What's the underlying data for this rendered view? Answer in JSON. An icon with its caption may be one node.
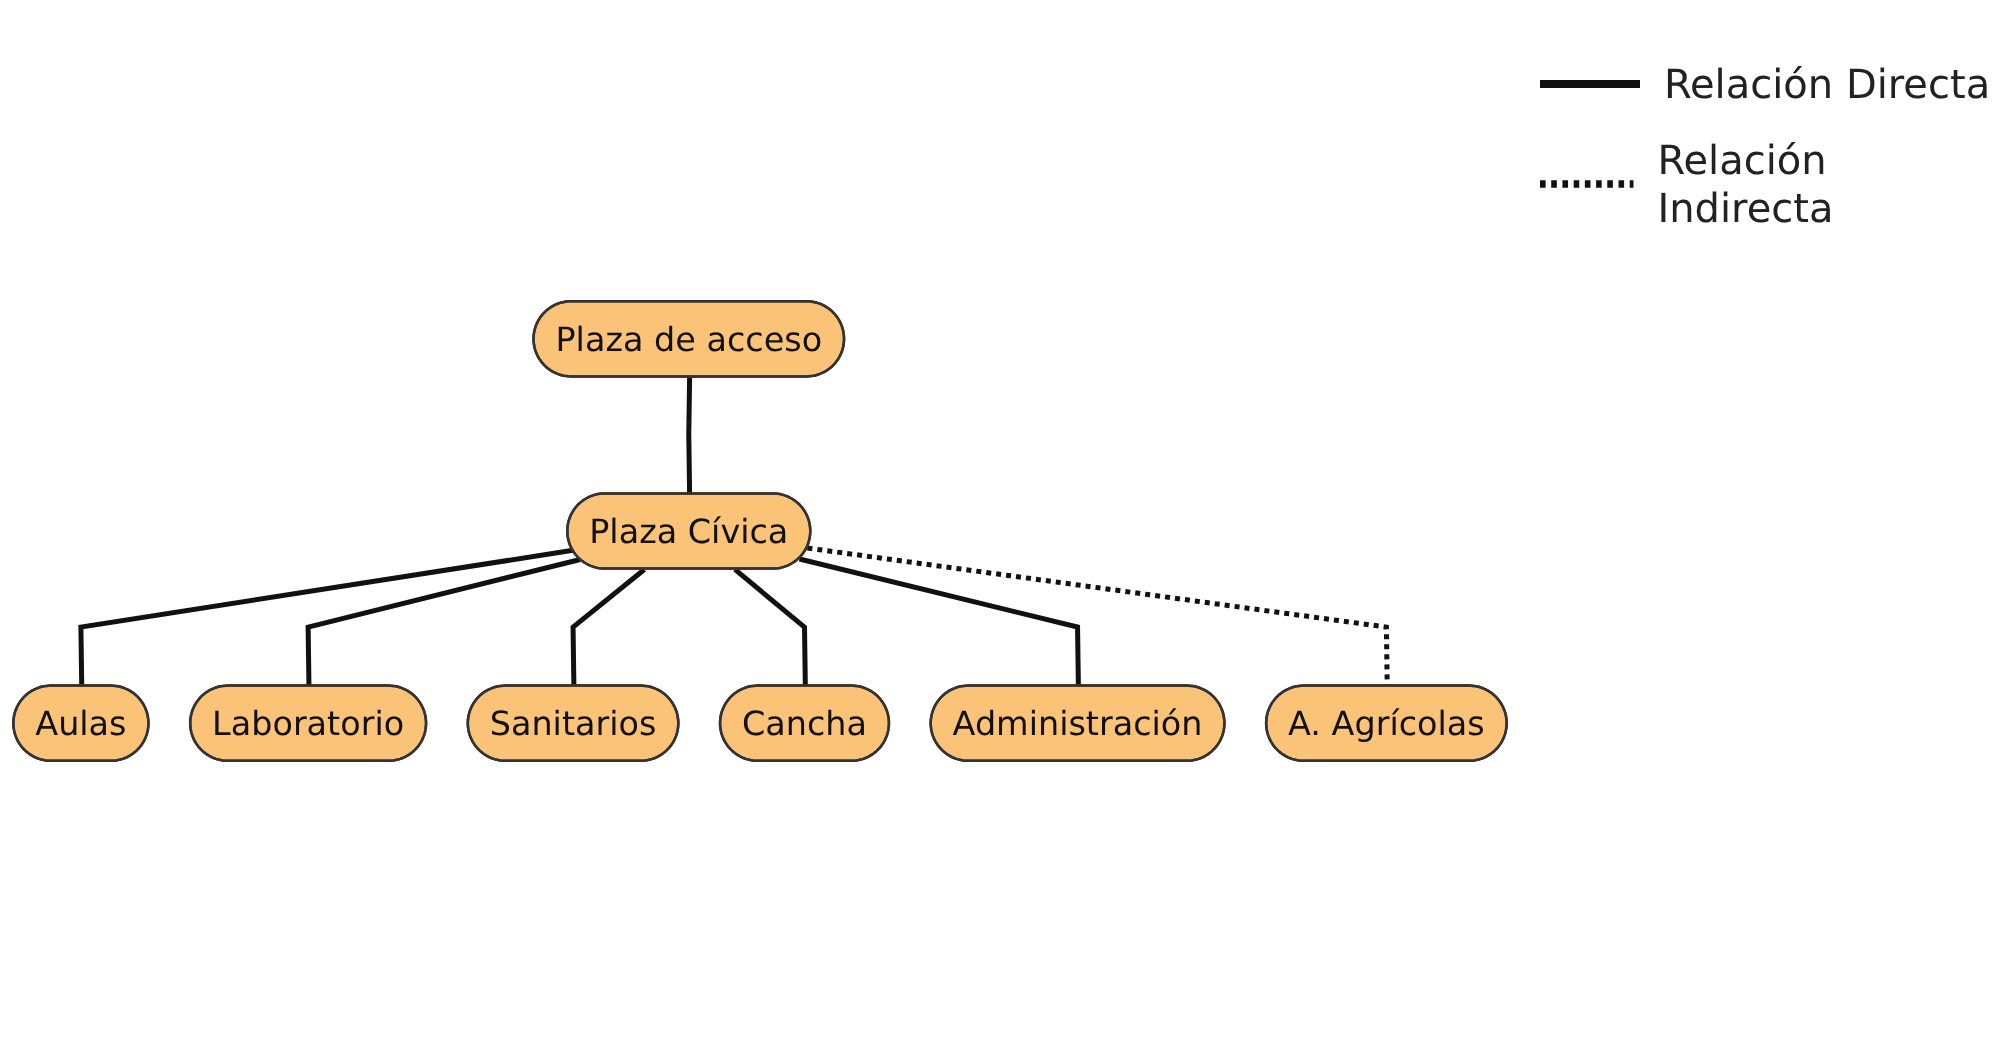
{
  "diagram": {
    "nodes": [
      {
        "text": [
          "Plaza de acceso"
        ]
      },
      {
        "text": [
          "Plaza Cívica"
        ]
      },
      {
        "text": [
          "Aulas"
        ]
      },
      {
        "text": [
          "Laboratorio"
        ]
      },
      {
        "text": [
          "Sanitarios"
        ]
      },
      {
        "text": [
          "Cancha"
        ]
      },
      {
        "text": [
          "Administración"
        ]
      },
      {
        "text": [
          "A. Agrícolas"
        ]
      }
    ],
    "edges": [
      {
        "from": 0,
        "to": 1,
        "arrow": "none"
      },
      {
        "from": 1,
        "to": 2,
        "arrow": "none"
      },
      {
        "from": 1,
        "to": 3,
        "arrow": "none"
      },
      {
        "from": 1,
        "to": 4,
        "arrow": "none"
      },
      {
        "from": 1,
        "to": 5,
        "arrow": "none"
      },
      {
        "from": 1,
        "to": 6,
        "arrow": "none"
      },
      {
        "from": 1,
        "to": 7,
        "arrow": "none",
        "style": "dashed"
      }
    ],
    "legend": [
      {
        "text": "Relación Directa"
      },
      {
        "text": "Relación Indirecta"
      }
    ]
  }
}
